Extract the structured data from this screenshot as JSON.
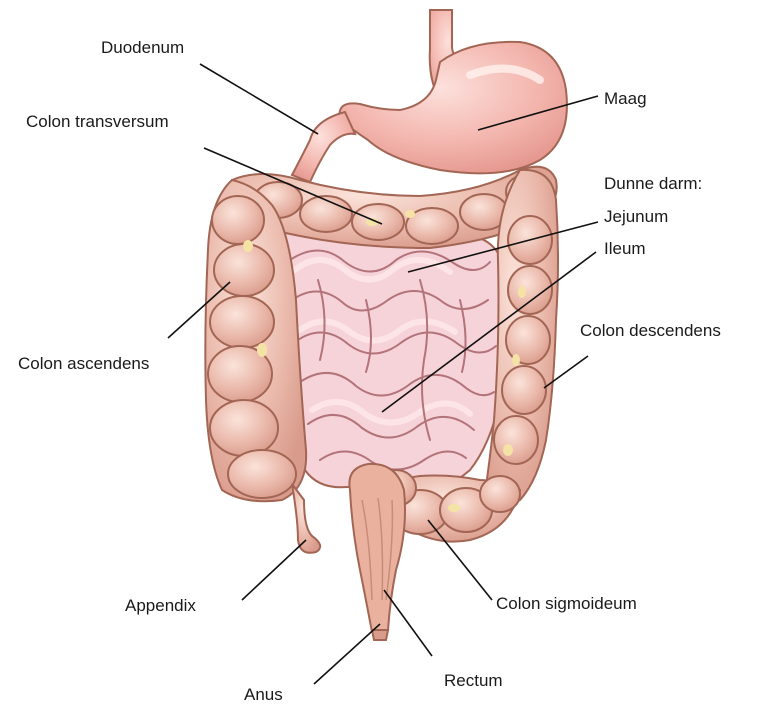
{
  "labels": {
    "duodenum": "Duodenum",
    "maag": "Maag",
    "colon_transversum": "Colon transversum",
    "dunne_darm": "Dunne darm:",
    "jejunum": "Jejunum",
    "ileum": "Ileum",
    "colon_descendens": "Colon descendens",
    "colon_ascendens": "Colon ascendens",
    "appendix": "Appendix",
    "colon_sigmoideum": "Colon sigmoideum",
    "rectum": "Rectum",
    "anus": "Anus"
  },
  "colors": {
    "stomach": "#f3b6ae",
    "small_intestine": "#f6d3d8",
    "colon": "#eab9ab",
    "colon_highlight": "#f7dcd3",
    "fat": "#f5e3a6",
    "rectum": "#e9b19e"
  }
}
